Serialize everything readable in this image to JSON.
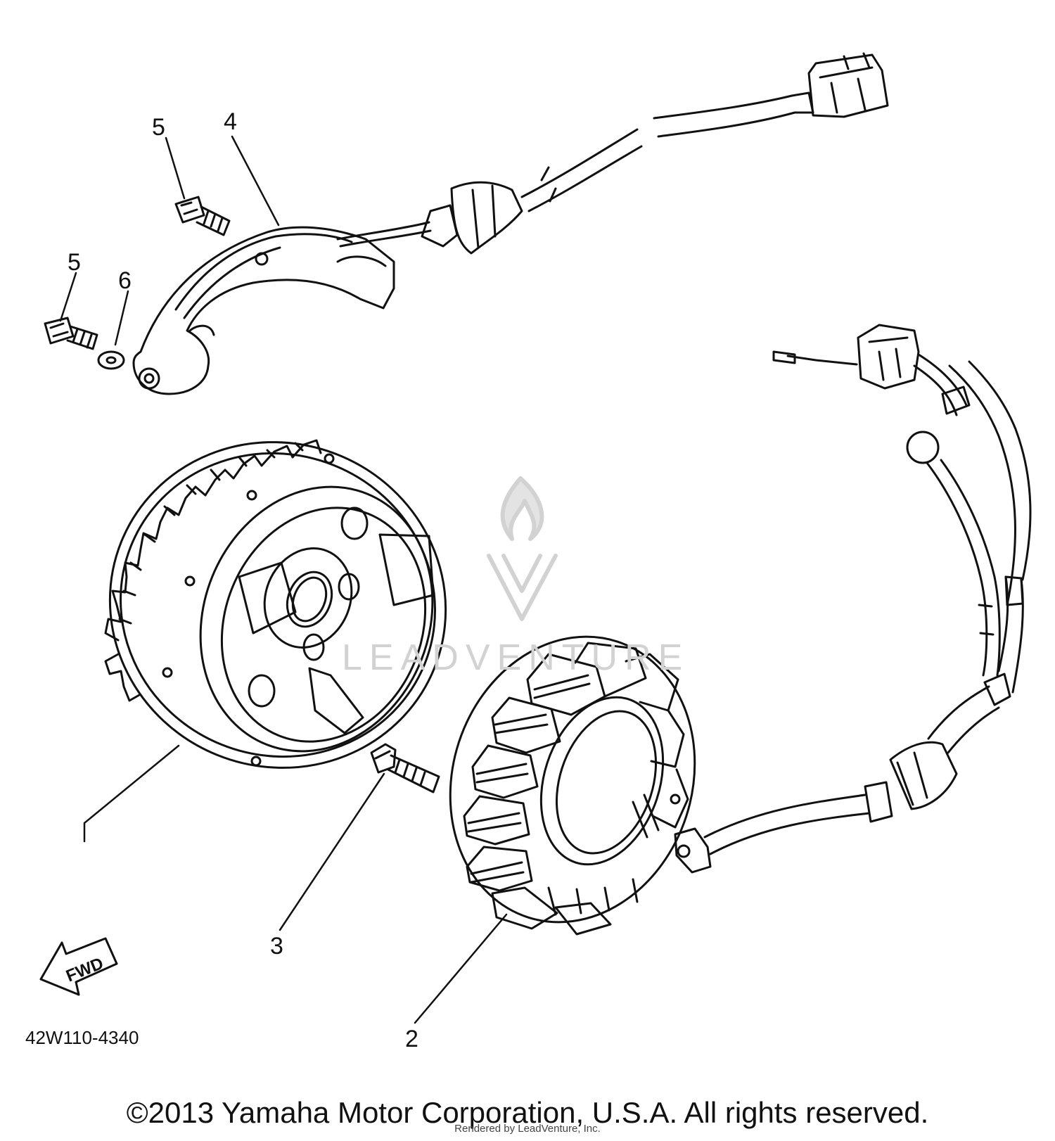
{
  "callouts": {
    "c2": "2",
    "c3": "3",
    "c4": "4",
    "c5a": "5",
    "c5b": "5",
    "c6": "6"
  },
  "drawing_code": "42W110-4340",
  "fwd_label": "FWD",
  "watermark": "LEADVENTURE",
  "copyright": "©2013 Yamaha Motor Corporation, U.S.A. All rights reserved.",
  "rendered_by": "Rendered by LeadVenture, Inc.",
  "colors": {
    "line": "#111111",
    "watermark": "#d2d2d2"
  }
}
